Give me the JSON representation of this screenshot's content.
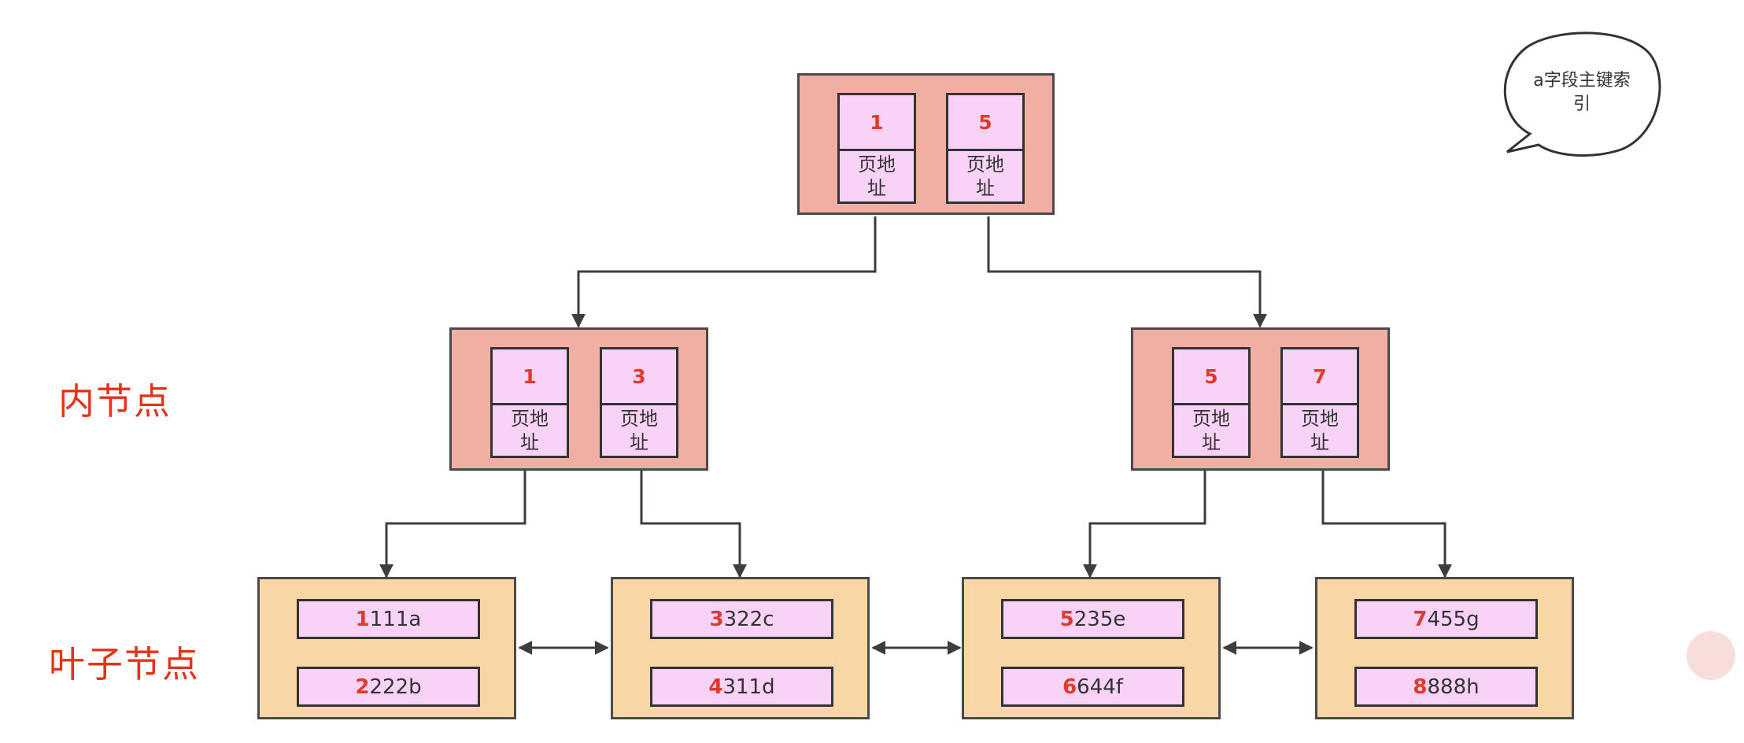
{
  "labels": {
    "inner": "内节点",
    "leaf": "叶子节点",
    "bubble_line1": "a字段主键索",
    "bubble_line2": "引"
  },
  "root": {
    "cells": [
      {
        "key": "1",
        "addr_line1": "页地",
        "addr_line2": "址"
      },
      {
        "key": "5",
        "addr_line1": "页地",
        "addr_line2": "址"
      }
    ]
  },
  "inner_nodes": [
    {
      "cells": [
        {
          "key": "1",
          "addr_line1": "页地",
          "addr_line2": "址"
        },
        {
          "key": "3",
          "addr_line1": "页地",
          "addr_line2": "址"
        }
      ]
    },
    {
      "cells": [
        {
          "key": "5",
          "addr_line1": "页地",
          "addr_line2": "址"
        },
        {
          "key": "7",
          "addr_line1": "页地",
          "addr_line2": "址"
        }
      ]
    }
  ],
  "leaves": [
    {
      "records": [
        {
          "key": "1",
          "rest": "111a"
        },
        {
          "key": "2",
          "rest": "222b"
        }
      ]
    },
    {
      "records": [
        {
          "key": "3",
          "rest": "322c"
        },
        {
          "key": "4",
          "rest": "311d"
        }
      ]
    },
    {
      "records": [
        {
          "key": "5",
          "rest": "235e"
        },
        {
          "key": "6",
          "rest": "644f"
        }
      ]
    },
    {
      "records": [
        {
          "key": "7",
          "rest": "455g"
        },
        {
          "key": "8",
          "rest": "888h"
        }
      ]
    }
  ],
  "colors": {
    "inner_node_fill": "#f1aea2",
    "leaf_node_fill": "#f8d6a5",
    "cell_fill": "#f9d2f8",
    "key_text": "#e03a2c",
    "label_text": "#e4331b",
    "line": "#3d3d3d"
  }
}
